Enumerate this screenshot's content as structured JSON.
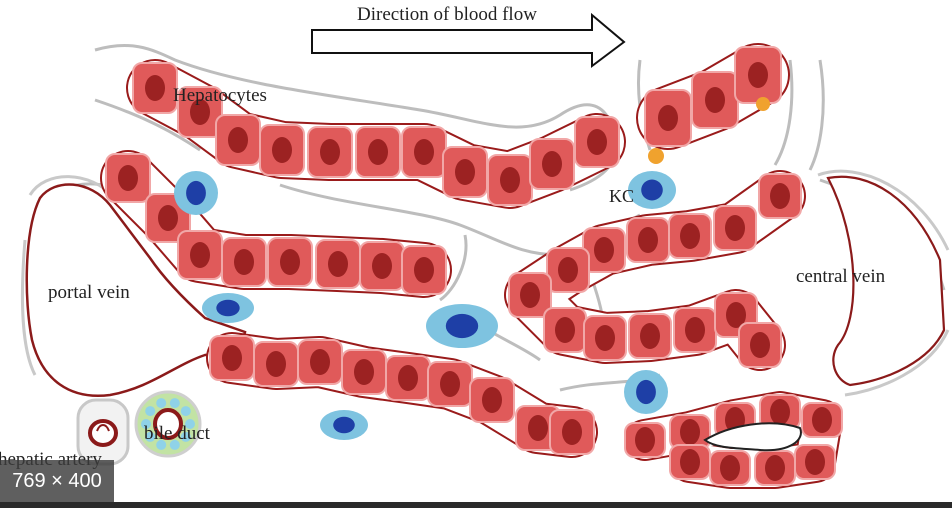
{
  "labels": {
    "flow": "Direction of blood flow",
    "hepatocytes": "Hepatocytes",
    "kc": "KC",
    "portal_vein": "portal vein",
    "central_vein": "central vein",
    "bile_duct": "bile duct",
    "hepatic_artery": "hepatic artery"
  },
  "badge": {
    "size": "769 × 400"
  },
  "colors": {
    "cell": "#e05a5a",
    "cell_edge": "#f1a7a7",
    "nucleus": "#9c2222",
    "outline": "#9a1b1b",
    "membrane": "#b7b7b7",
    "kupffer_outer": "#7ec3e0",
    "kupffer_inner": "#1e3fa6",
    "stellate": "#f0a22e",
    "bile_duct_outer": "#bfe0a0",
    "bile_duct_cell": "#8fd2e8"
  }
}
